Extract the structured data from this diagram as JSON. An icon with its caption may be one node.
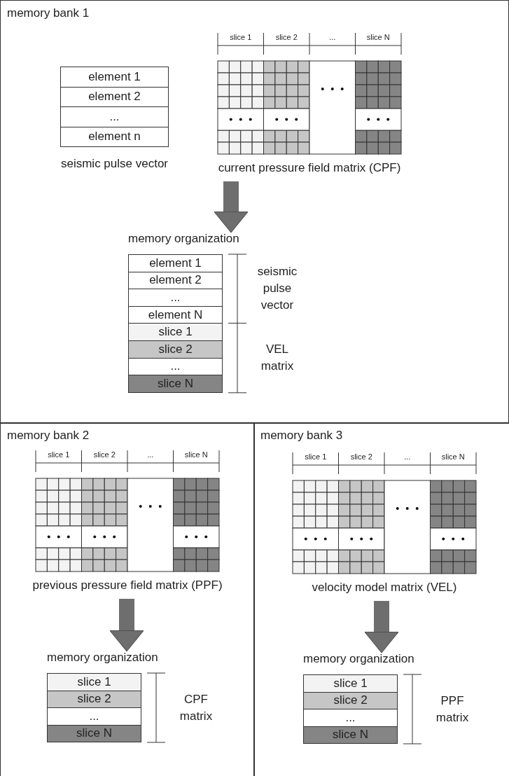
{
  "diagram": {
    "nodes": [
      {
        "text": [
          "memory bank 1"
        ]
      },
      {
        "text": [],
        "shape": "box",
        "beside": [
          "seismic pulse vector"
        ],
        "in": 0
      },
      {
        "text": [
          "element 1"
        ],
        "in": 1
      },
      {
        "text": [
          "element 2"
        ],
        "in": 1
      },
      {
        "text": [
          "..."
        ],
        "in": 1
      },
      {
        "text": [
          "element n"
        ],
        "in": 1
      },
      {
        "text": [],
        "shape": "box",
        "beside": [
          "current pressure field matrix (CPF)"
        ],
        "in": 0
      },
      {
        "text": [
          "memory organization"
        ],
        "beside": [
          "seismic pulse vector",
          "VEL matrix"
        ],
        "in": 0
      },
      {
        "text": [
          "element 1"
        ],
        "in": 7
      },
      {
        "text": [
          "element 2"
        ],
        "in": 7
      },
      {
        "text": [
          "..."
        ],
        "in": 7
      },
      {
        "text": [
          "element N"
        ],
        "in": 7
      },
      {
        "text": [
          "slice 1"
        ],
        "in": 7
      },
      {
        "text": [
          "slice 2"
        ],
        "in": 7
      },
      {
        "text": [
          "..."
        ],
        "in": 7
      },
      {
        "text": [
          "slice N"
        ],
        "in": 7
      },
      {
        "text": [
          "memory bank 2"
        ]
      },
      {
        "text": [],
        "shape": "box",
        "beside": [
          "previous pressure field matrix (PPF)"
        ],
        "in": 16
      },
      {
        "text": [
          "memory organization"
        ],
        "beside": [
          "CPF matrix"
        ],
        "in": 16
      },
      {
        "text": [
          "slice 1"
        ],
        "in": 18
      },
      {
        "text": [
          "slice 2"
        ],
        "in": 18
      },
      {
        "text": [
          "..."
        ],
        "in": 18
      },
      {
        "text": [
          "slice N"
        ],
        "in": 18
      },
      {
        "text": [
          "memory bank 3"
        ]
      },
      {
        "text": [],
        "shape": "box",
        "beside": [
          "velocity model matrix (VEL)"
        ],
        "in": 23
      },
      {
        "text": [
          "memory organization"
        ],
        "beside": [
          "PPF matrix"
        ],
        "in": 23
      },
      {
        "text": [
          "slice 1"
        ],
        "in": 25
      },
      {
        "text": [
          "slice 2"
        ],
        "in": 25
      },
      {
        "text": [
          "..."
        ],
        "in": 25
      },
      {
        "text": [
          "slice N"
        ],
        "in": 25
      }
    ],
    "edges": [
      {
        "from": 6,
        "to": 7,
        "arrow": "to"
      },
      {
        "from": 17,
        "to": 18,
        "arrow": "to"
      },
      {
        "from": 24,
        "to": 25,
        "arrow": "to"
      }
    ],
    "labels": [
      "slice 1",
      "slice 2",
      "...",
      "slice N",
      "slice 1",
      "slice 2",
      "...",
      "slice N",
      "slice 1",
      "slice 2",
      "...",
      "slice N"
    ]
  }
}
